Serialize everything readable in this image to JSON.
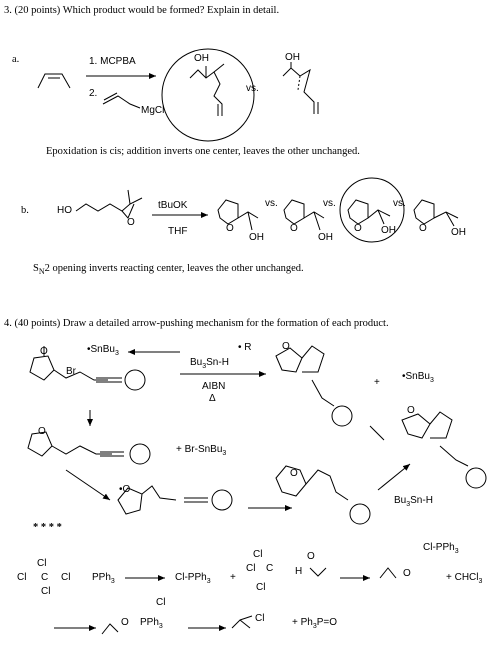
{
  "q3": {
    "header": "3.  (20 points)  Which product would be formed? Explain in detail.",
    "part_a": {
      "label": "a.",
      "step1": "1. MCPBA",
      "step2": "2.",
      "reagent_mg": "MgCl",
      "oh1": "OH",
      "vs": "vs.",
      "oh2": "OH",
      "explanation": "Epoxidation is cis; addition inverts one center, leaves the other unchanged."
    },
    "part_b": {
      "label": "b.",
      "ho": "HO",
      "base": "tBuOK",
      "solvent": "THF",
      "ring_o": "O",
      "products": [
        {
          "o": "O",
          "oh": "OH",
          "vs": "vs."
        },
        {
          "o": "O",
          "oh": "OH",
          "vs": "vs."
        },
        {
          "o": "O",
          "oh": "OH",
          "vs": "vs."
        },
        {
          "o": "O",
          "oh": "OH"
        }
      ],
      "explanation_prefix": "S",
      "explanation_sub": "N",
      "explanation_rest": "2 opening inverts reacting center, leaves the other unchanged."
    }
  },
  "q4": {
    "header": "4. (40 points) Draw a detailed arrow-pushing mechanism for the formation of each product.",
    "labels": {
      "sn_radical_1": "SnBu",
      "sub3": "3",
      "tin_hydride": "Bu",
      "tin_hydride_mid": "Sn-H",
      "r_radical": "R",
      "aibn": "AIBN",
      "delta": "Δ",
      "ketone_o": "O",
      "br": "Br",
      "plus": "+",
      "sn_radical_2": "SnBu",
      "br_snbu": "+ Br-SnBu",
      "oxy_radical": "O",
      "tin_hydride_2": "Bu",
      "tin_hydride_2_mid": "Sn-H"
    },
    "stars": "* * * *",
    "appel": {
      "cl_top": "Cl",
      "cl_left": "Cl",
      "cl_right": "Cl",
      "cl_bottom": "Cl",
      "c": "C",
      "pph3": "PPh",
      "sub3": "3",
      "cl_pph3": "Cl-PPh",
      "plus": "+",
      "ccl_cl1": "Cl",
      "ccl_cl2": "Cl",
      "ccl_c": "C",
      "ccl_cl3": "Cl",
      "h": "H",
      "o": "O",
      "o_ph": "O",
      "cl_pph3_b": "Cl-PPh",
      "chcl3": "+ CHCl",
      "cl_anion": "Cl",
      "o_p": "O",
      "pph3_b": "PPh",
      "product_cl": "Cl",
      "oxide": "+ Ph",
      "oxide_rest": "P=O"
    }
  }
}
